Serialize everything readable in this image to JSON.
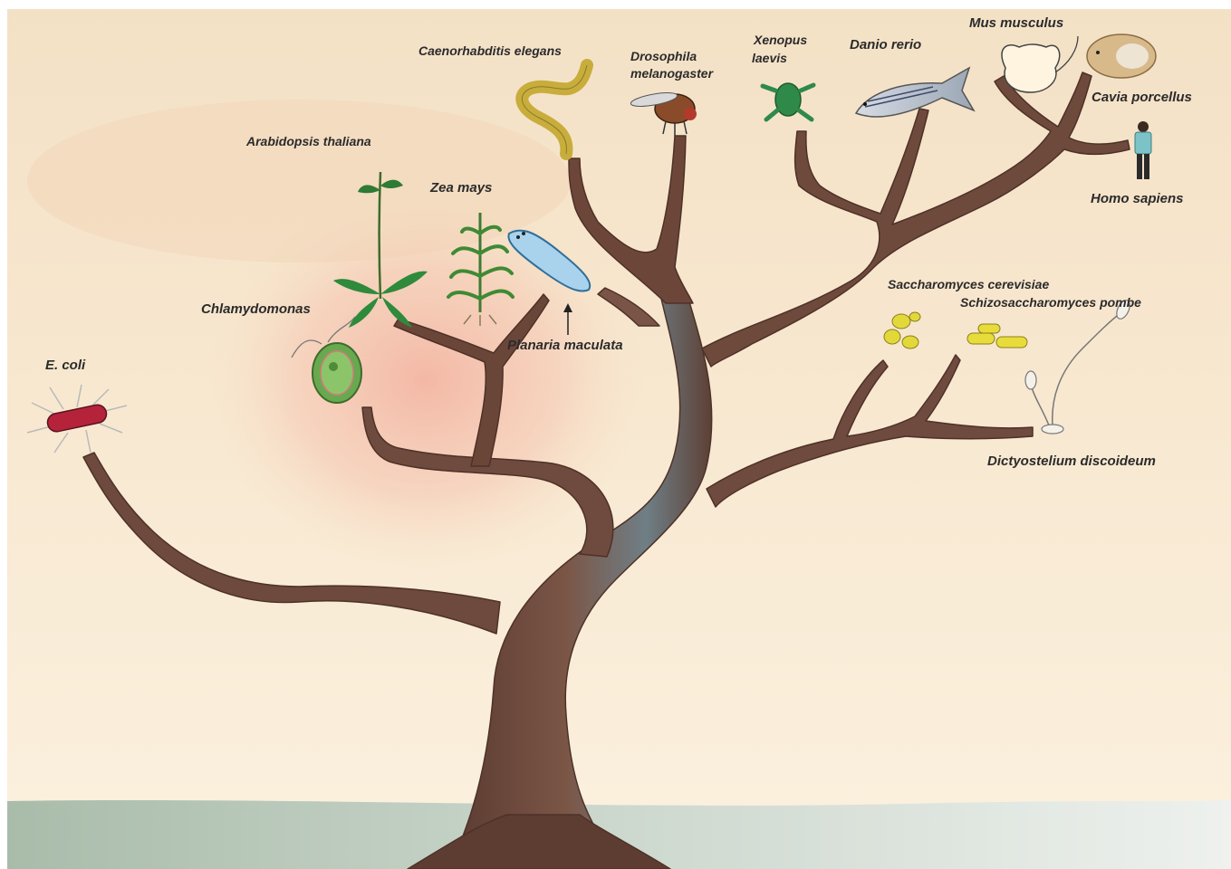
{
  "labels": {
    "e_coli": "E. coli",
    "chlamydomonas": "Chlamydomonas",
    "arabidopsis": "Arabidopsis thaliana",
    "zea_mays": "Zea mays",
    "c_elegans": "Caenorhabditis elegans",
    "drosophila_line1": "Drosophila",
    "drosophila_line2": "melanogaster",
    "xenopus_line1": "Xenopus",
    "xenopus_line2": "laevis",
    "danio": "Danio rerio",
    "mus": "Mus musculus",
    "cavia": "Cavia porcellus",
    "homo": "Homo sapiens",
    "planaria": "Planaria maculata",
    "s_cerevisiae": "Saccharomyces cerevisiae",
    "s_pombe": "Schizosaccharomyces pombe",
    "dictyostelium": "Dictyostelium discoideum"
  },
  "colors": {
    "sky_top": "#f4e3c9",
    "sky_bottom": "#fbf1df",
    "sun_glow": "#f3b8a8",
    "ground_left": "#aebfad",
    "ground_right": "#e7ece8",
    "trunk": "#6f4a3c",
    "trunk_light": "#8a6a5b",
    "trunk_blue": "#6c8b95",
    "label_text": "#2b2b2b"
  }
}
